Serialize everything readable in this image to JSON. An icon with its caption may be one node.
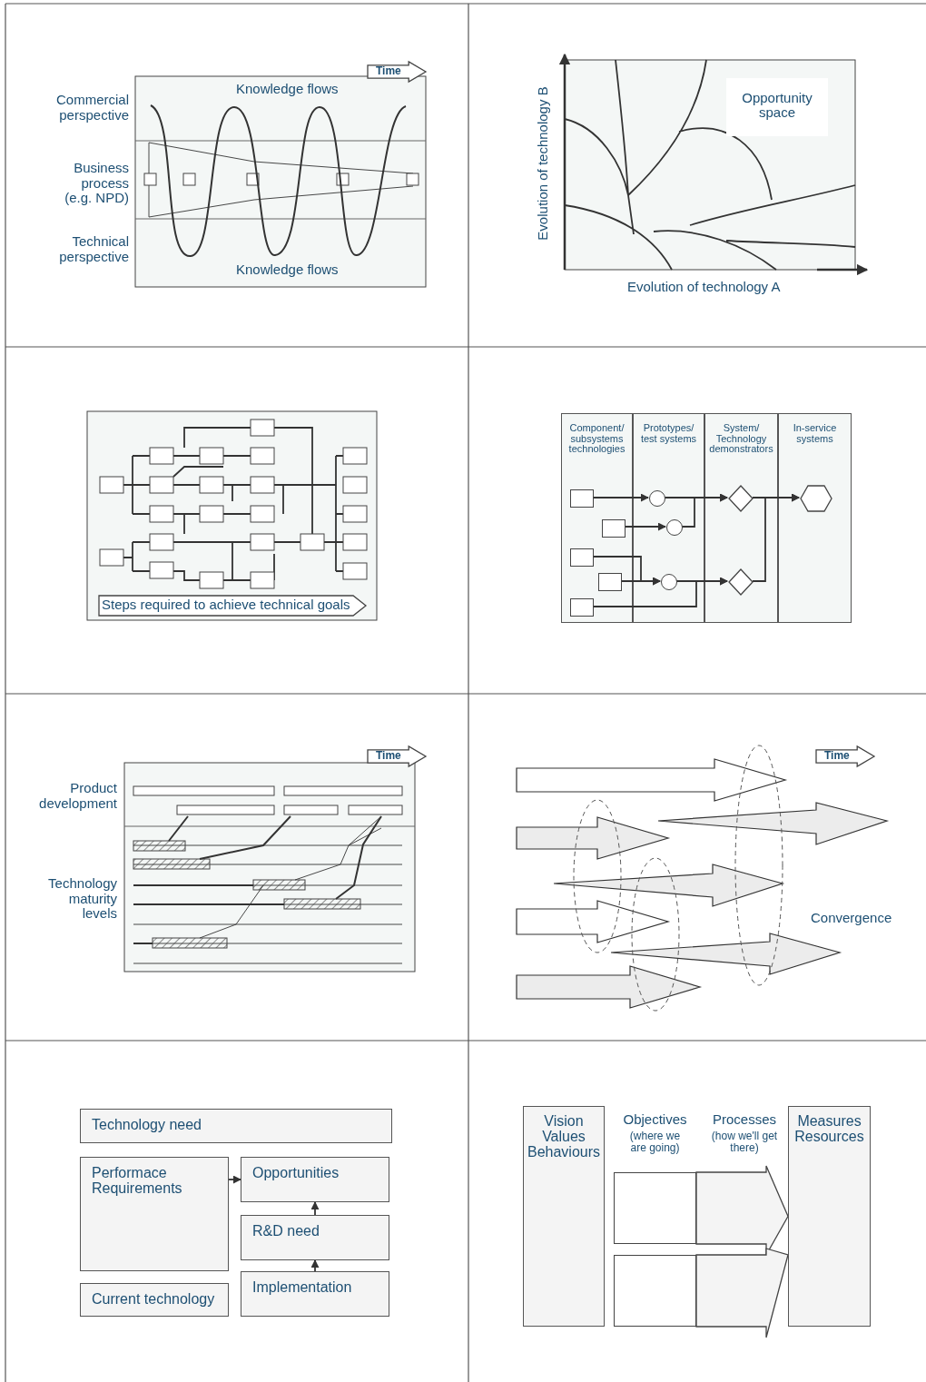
{
  "diagram": {
    "nodes": [
      {
        "text": [
          "Time"
        ]
      },
      {
        "text": [
          "Opportunity space"
        ]
      },
      {
        "text": [
          "Steps required to achieve technical goals"
        ]
      },
      {
        "text": [
          "Component/ subsystems technologies"
        ]
      },
      {
        "text": [
          "Prototypes/ test systems"
        ]
      },
      {
        "text": [
          "System/ Technology demonstrators"
        ]
      },
      {
        "text": [
          "In-service systems"
        ]
      },
      {
        "text": [],
        "shape": "box",
        "in": 3
      },
      {
        "text": [],
        "shape": "box",
        "in": 3
      },
      {
        "text": [],
        "shape": "box",
        "in": 3
      },
      {
        "text": [],
        "shape": "box",
        "in": 3
      },
      {
        "text": [],
        "shape": "box",
        "in": 3
      },
      {
        "text": [],
        "shape": "circle",
        "in": 4
      },
      {
        "text": [],
        "shape": "circle",
        "in": 4
      },
      {
        "text": [],
        "shape": "circle",
        "in": 4
      },
      {
        "text": [],
        "shape": "diamond",
        "in": 5
      },
      {
        "text": [],
        "shape": "diamond",
        "in": 5
      },
      {
        "text": [],
        "shape": "hexagon",
        "in": 6
      },
      {
        "text": [
          "Time"
        ]
      },
      {
        "text": [
          "Time"
        ]
      },
      {
        "text": [
          "Technology need"
        ]
      },
      {
        "text": [
          "Performace Requirements"
        ]
      },
      {
        "text": [
          "Opportunities"
        ]
      },
      {
        "text": [
          "R&D need"
        ]
      },
      {
        "text": [
          "Current technology"
        ]
      },
      {
        "text": [
          "Implementation"
        ]
      },
      {
        "text": [
          "Vision Values Behaviours"
        ]
      },
      {
        "text": [],
        "shape": "box"
      },
      {
        "text": [],
        "shape": "box"
      },
      {
        "text": [
          "Measures Resources"
        ]
      }
    ],
    "edges": [
      {
        "from": 7,
        "to": 12,
        "arrow": "to"
      },
      {
        "from": 8,
        "to": 13,
        "arrow": "to"
      },
      {
        "from": 12,
        "to": 15,
        "arrow": "to"
      },
      {
        "from": 13,
        "to": 15,
        "arrow": "to"
      },
      {
        "from": 15,
        "to": 17,
        "arrow": "to"
      },
      {
        "from": 9,
        "to": 14,
        "arrow": "to"
      },
      {
        "from": 10,
        "to": 14,
        "arrow": "to"
      },
      {
        "from": 14,
        "to": 16,
        "arrow": "to"
      },
      {
        "from": 11,
        "to": 16,
        "arrow": "to"
      },
      {
        "from": 16,
        "to": 17,
        "arrow": "to"
      },
      {
        "from": 21,
        "to": 22,
        "arrow": "to"
      },
      {
        "from": 23,
        "to": 22,
        "arrow": "to"
      },
      {
        "from": 25,
        "to": 23,
        "arrow": "to"
      },
      {
        "from": 27,
        "to": 29,
        "arrow": "to",
        "style": "thick"
      },
      {
        "from": 28,
        "to": 29,
        "arrow": "to",
        "style": "thick"
      }
    ],
    "labels": [
      "Commercial perspective",
      "Knowledge flows",
      "Business process (e.g. NPD)",
      "Technical perspective",
      "Knowledge flows",
      "Evolution of technology B",
      "Evolution of technology A",
      "Product development",
      "Technology maturity levels",
      "Convergence",
      "Objectives",
      "(where we are going)",
      "Processes",
      "(how we'll get there)"
    ]
  }
}
